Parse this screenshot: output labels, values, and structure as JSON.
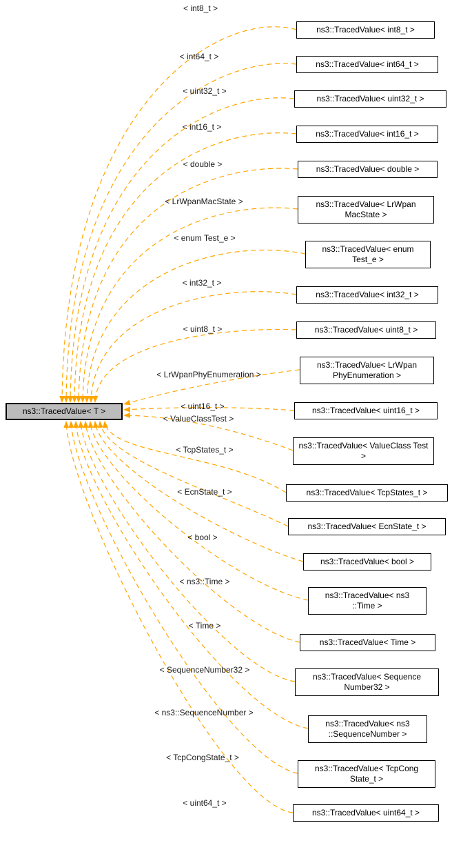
{
  "diagram": {
    "hub": {
      "label": "ns3::TracedValue< T >"
    },
    "nodes": [
      {
        "box_label": "ns3::TracedValue< int8_t >",
        "edge_label": "< int8_t >"
      },
      {
        "box_label": "ns3::TracedValue< int64_t >",
        "edge_label": "< int64_t >"
      },
      {
        "box_label": "ns3::TracedValue< uint32_t >",
        "edge_label": "< uint32_t >"
      },
      {
        "box_label": "ns3::TracedValue< int16_t >",
        "edge_label": "< int16_t >"
      },
      {
        "box_label": "ns3::TracedValue< double >",
        "edge_label": "< double >"
      },
      {
        "box_label": "ns3::TracedValue< LrWpan MacState >",
        "edge_label": "< LrWpanMacState >"
      },
      {
        "box_label": "ns3::TracedValue< enum Test_e >",
        "edge_label": "< enum Test_e >"
      },
      {
        "box_label": "ns3::TracedValue< int32_t >",
        "edge_label": "< int32_t >"
      },
      {
        "box_label": "ns3::TracedValue< uint8_t >",
        "edge_label": "< uint8_t >"
      },
      {
        "box_label": "ns3::TracedValue< LrWpan PhyEnumeration >",
        "edge_label": "< LrWpanPhyEnumeration >"
      },
      {
        "box_label": "ns3::TracedValue< uint16_t >",
        "edge_label": "< uint16_t >"
      },
      {
        "box_label": "ns3::TracedValue< ValueClass Test >",
        "edge_label": "< ValueClassTest >"
      },
      {
        "box_label": "ns3::TracedValue< TcpStates_t >",
        "edge_label": "< TcpStates_t >"
      },
      {
        "box_label": "ns3::TracedValue< EcnState_t >",
        "edge_label": "< EcnState_t >"
      },
      {
        "box_label": "ns3::TracedValue< bool >",
        "edge_label": "< bool >"
      },
      {
        "box_label": "ns3::TracedValue< ns3 ::Time >",
        "edge_label": "< ns3::Time >"
      },
      {
        "box_label": "ns3::TracedValue< Time >",
        "edge_label": "< Time >"
      },
      {
        "box_label": "ns3::TracedValue< Sequence Number32 >",
        "edge_label": "< SequenceNumber32 >"
      },
      {
        "box_label": "ns3::TracedValue< ns3 ::SequenceNumber >",
        "edge_label": "< ns3::SequenceNumber >"
      },
      {
        "box_label": "ns3::TracedValue< TcpCong State_t >",
        "edge_label": "< TcpCongState_t >"
      },
      {
        "box_label": "ns3::TracedValue< uint64_t >",
        "edge_label": "< uint64_t >"
      }
    ],
    "colors": {
      "edge": "#ffa500",
      "hub_fill": "#bcbcbc",
      "node_border": "#000000"
    }
  }
}
